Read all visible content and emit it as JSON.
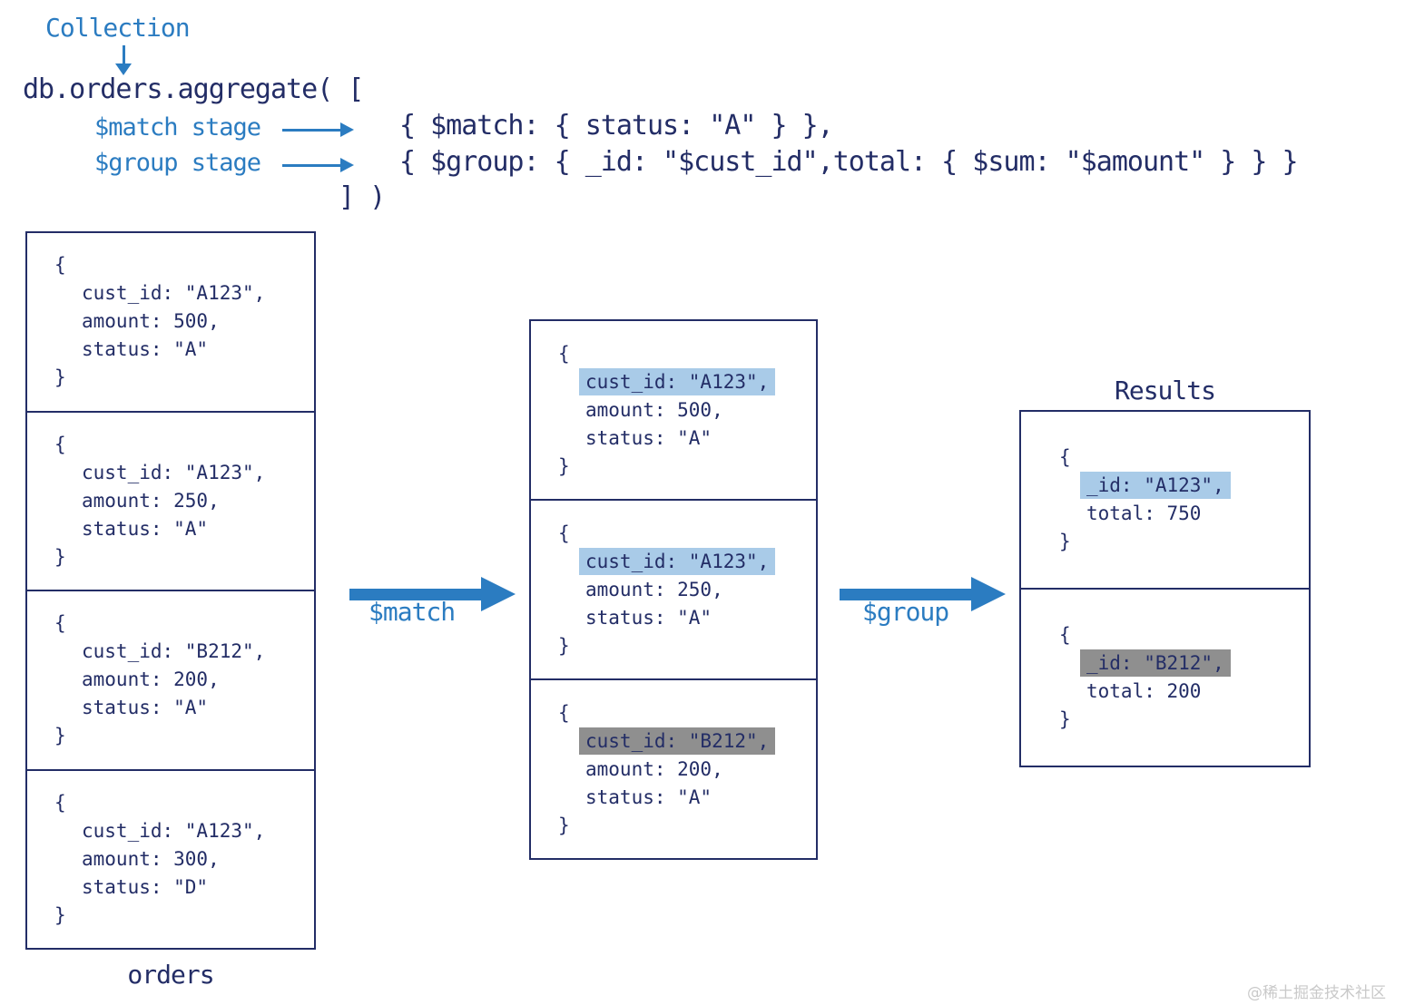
{
  "colors": {
    "navy": "#232d66",
    "blue": "#2b7cc1",
    "highlight_blue": "#a9cbe8",
    "highlight_gray": "#8f8f8f",
    "watermark_gray": "#c9c9c9"
  },
  "pipeline_code": {
    "collection_label": "Collection",
    "aggregate_open": "db.orders.aggregate( [",
    "match_stage_label": "$match stage",
    "match_stage_code": "{ $match: { status: \"A\" } },",
    "group_stage_label": "$group stage",
    "group_stage_code": "{ $group: { _id: \"$cust_id\",total: { $sum: \"$amount\" } } }",
    "aggregate_close": "] )"
  },
  "orders_box": {
    "label": "orders",
    "docs": [
      {
        "lines": [
          "{",
          "cust_id: \"A123\",",
          "amount: 500,",
          "status: \"A\"",
          "}"
        ]
      },
      {
        "lines": [
          "{",
          "cust_id: \"A123\",",
          "amount: 250,",
          "status: \"A\"",
          "}"
        ]
      },
      {
        "lines": [
          "{",
          "cust_id: \"B212\",",
          "amount: 200,",
          "status: \"A\"",
          "}"
        ]
      },
      {
        "lines": [
          "{",
          "cust_id: \"A123\",",
          "amount: 300,",
          "status: \"D\"",
          "}"
        ]
      }
    ]
  },
  "match_arrow": {
    "label": "$match"
  },
  "matched_box": {
    "docs": [
      {
        "highlight": "blue",
        "lines": [
          "{",
          "cust_id: \"A123\",",
          "amount: 500,",
          "status: \"A\"",
          "}"
        ]
      },
      {
        "highlight": "blue",
        "lines": [
          "{",
          "cust_id: \"A123\",",
          "amount: 250,",
          "status: \"A\"",
          "}"
        ]
      },
      {
        "highlight": "gray",
        "lines": [
          "{",
          "cust_id: \"B212\",",
          "amount: 200,",
          "status: \"A\"",
          "}"
        ]
      }
    ]
  },
  "group_arrow": {
    "label": "$group"
  },
  "results_box": {
    "title": "Results",
    "docs": [
      {
        "highlight": "blue",
        "lines": [
          "{",
          "_id: \"A123\",",
          "total: 750",
          "}"
        ]
      },
      {
        "highlight": "gray",
        "lines": [
          "{",
          "_id: \"B212\",",
          "total: 200",
          "}"
        ]
      }
    ]
  },
  "watermark": "@稀土掘金技术社区"
}
